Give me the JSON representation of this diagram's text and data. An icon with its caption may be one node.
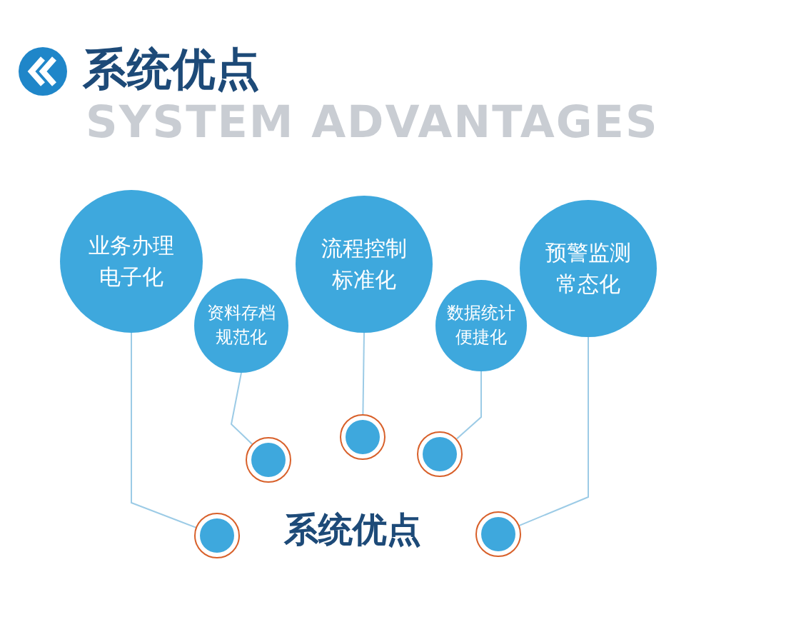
{
  "diagram": {
    "title": "系统优点",
    "nodes": [
      {
        "text": [
          "业务办理电子化"
        ]
      },
      {
        "text": [
          "资料存档规范化"
        ]
      },
      {
        "text": [
          "流程控制标准化"
        ]
      },
      {
        "text": [
          "数据统计便捷化"
        ]
      },
      {
        "text": [
          "预警监测常态化"
        ]
      },
      {
        "text": [],
        "shape": "circle"
      },
      {
        "text": [],
        "shape": "circle"
      },
      {
        "text": [],
        "shape": "circle"
      },
      {
        "text": [],
        "shape": "circle"
      },
      {
        "text": [],
        "shape": "circle"
      }
    ],
    "edges": [
      {
        "from": 0,
        "to": 5,
        "arrow": "none"
      },
      {
        "from": 1,
        "to": 6,
        "arrow": "none"
      },
      {
        "from": 2,
        "to": 7,
        "arrow": "none"
      },
      {
        "from": 3,
        "to": 8,
        "arrow": "none"
      },
      {
        "from": 4,
        "to": 9,
        "arrow": "none"
      }
    ],
    "labels": [
      "SYSTEM ADVANTAGES",
      "系统优点"
    ]
  }
}
